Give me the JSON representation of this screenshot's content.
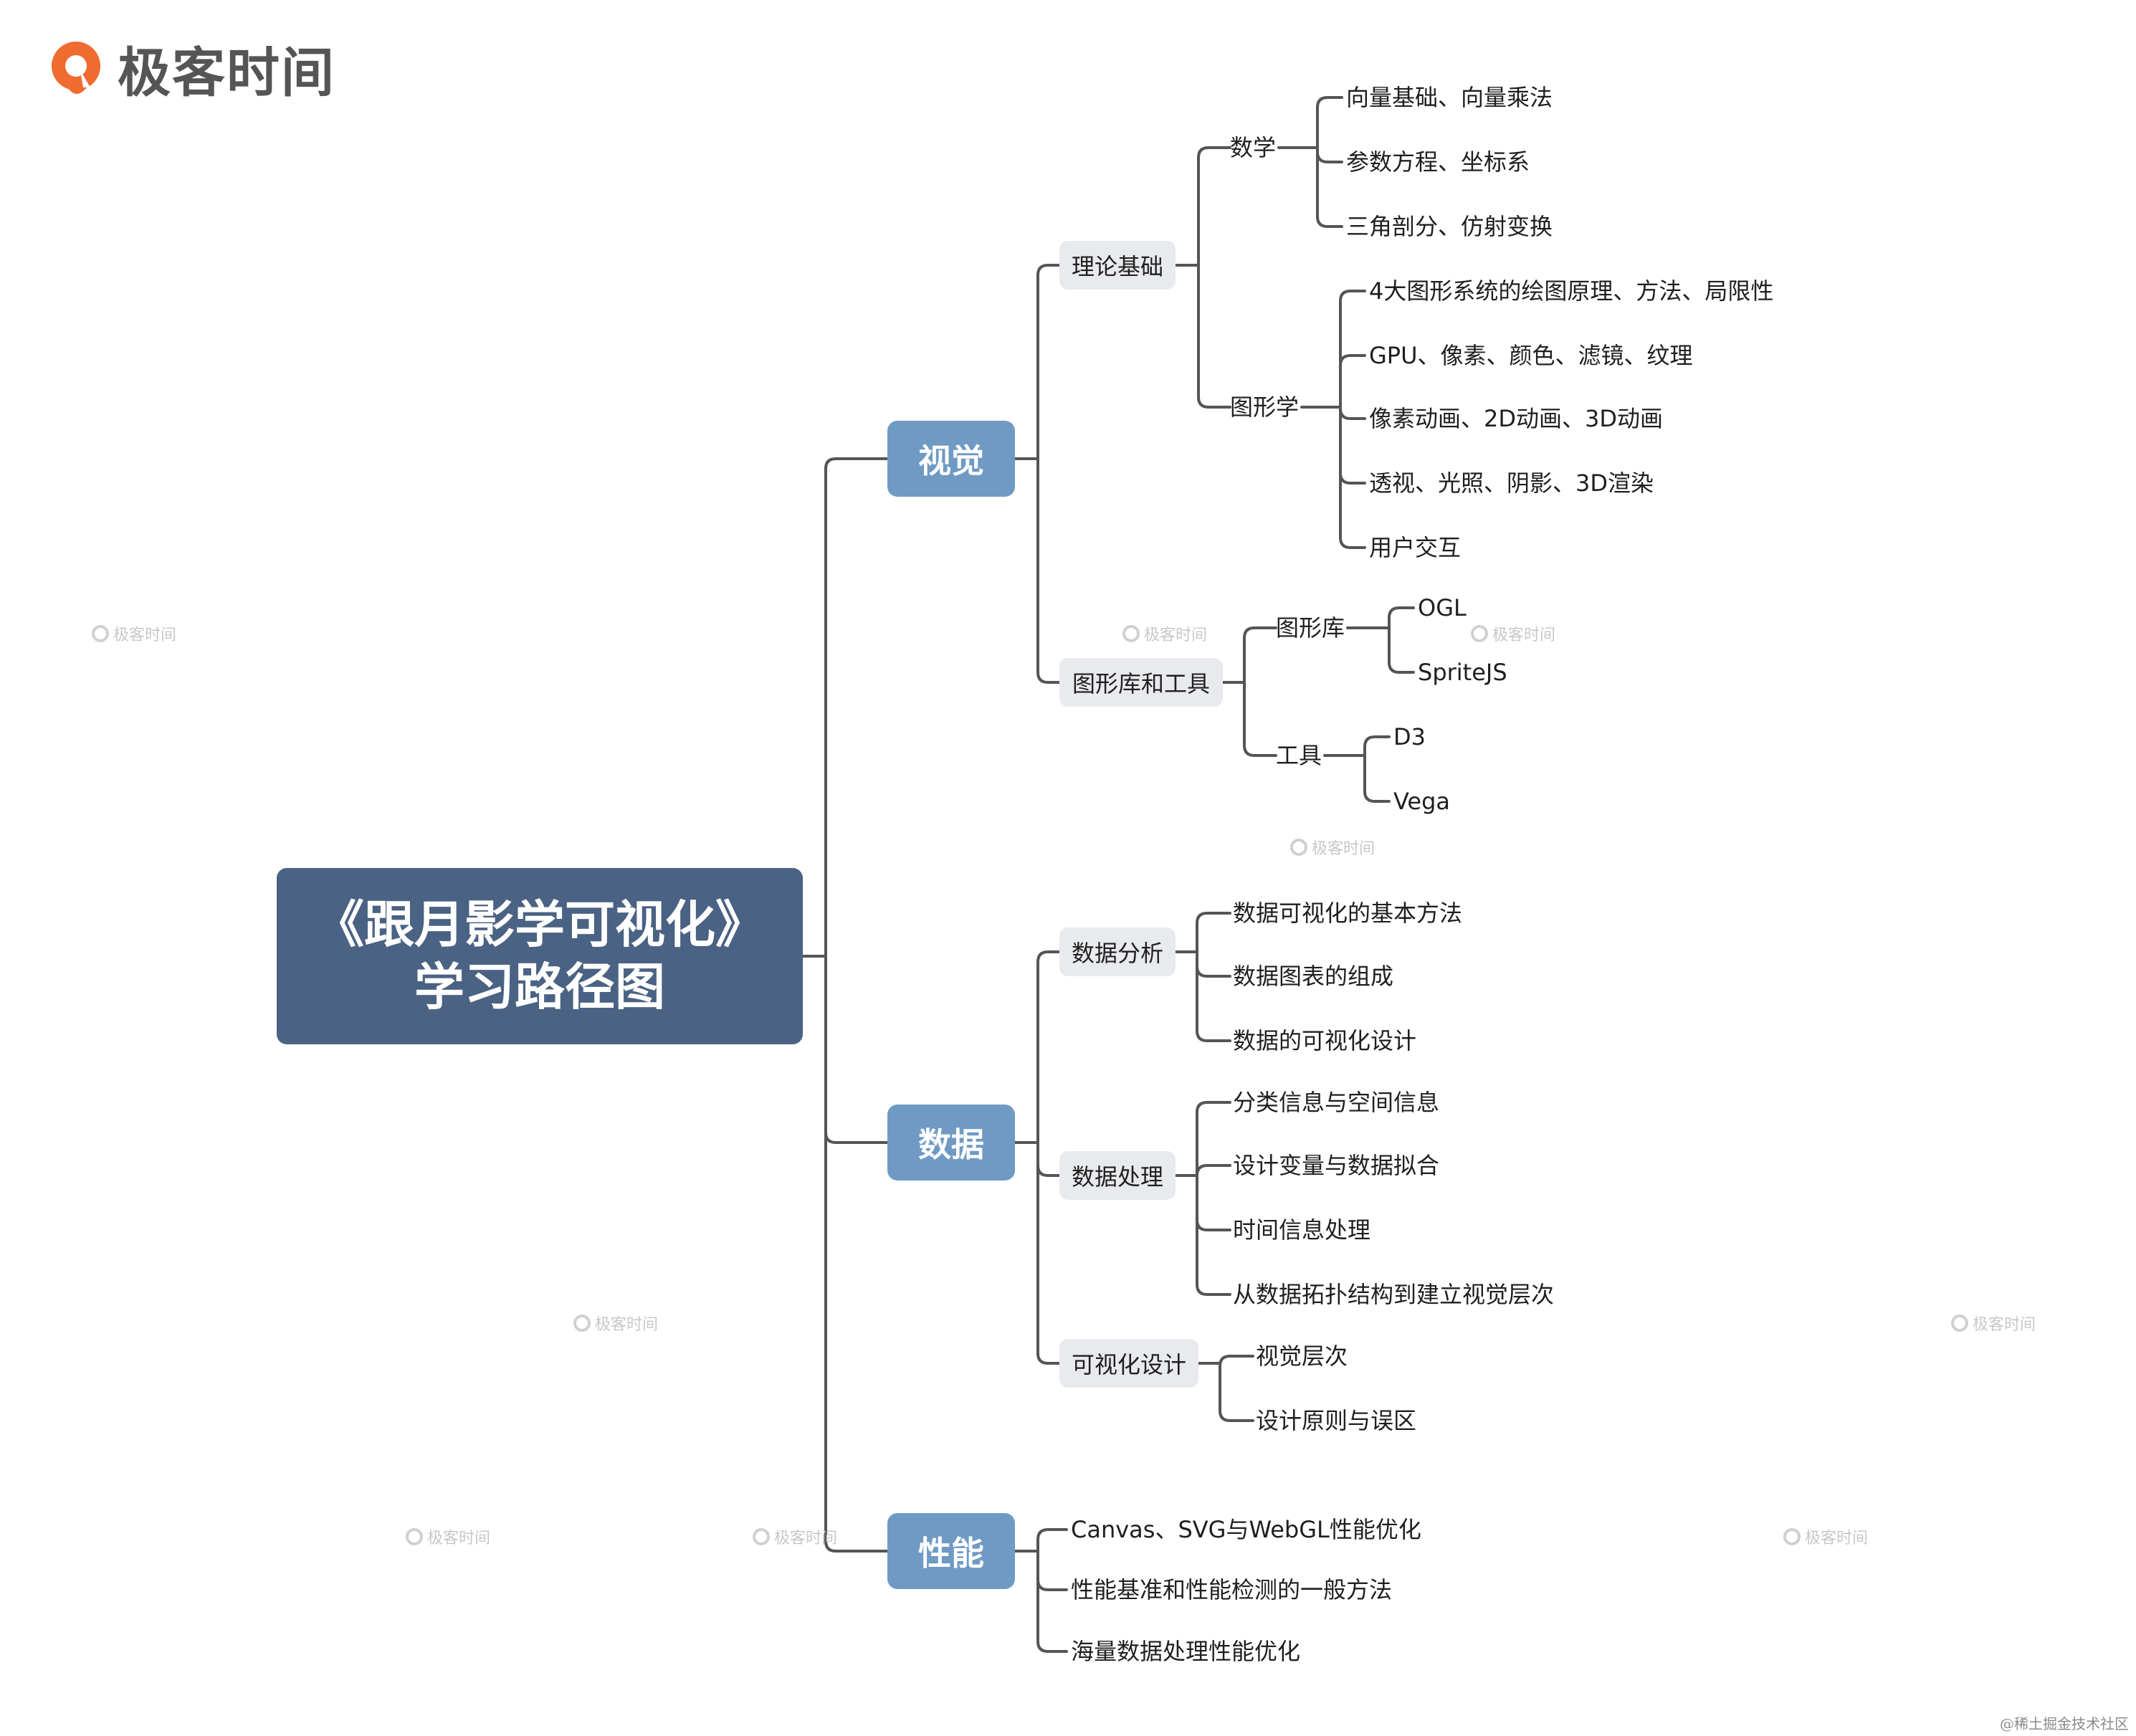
{
  "brand": {
    "logo_text": "极客时间",
    "accent": "#ef6b2f"
  },
  "watermark_text": "极客时间",
  "credit": "@稀土掘金技术社区",
  "colors": {
    "root": "#4a6283",
    "level1": "#6f9ac4",
    "level2": "#e8eaed",
    "line": "#555555"
  },
  "tree": {
    "label": "《跟月影学可视化》\n学习路径图",
    "children": [
      {
        "label": "视觉",
        "children": [
          {
            "label": "理论基础",
            "children": [
              {
                "label": "数学",
                "children": [
                  {
                    "label": "向量基础、向量乘法"
                  },
                  {
                    "label": "参数方程、坐标系"
                  },
                  {
                    "label": "三角剖分、仿射变换"
                  }
                ]
              },
              {
                "label": "图形学",
                "children": [
                  {
                    "label": "4大图形系统的绘图原理、方法、局限性"
                  },
                  {
                    "label": "GPU、像素、颜色、滤镜、纹理"
                  },
                  {
                    "label": "像素动画、2D动画、3D动画"
                  },
                  {
                    "label": "透视、光照、阴影、3D渲染"
                  },
                  {
                    "label": "用户交互"
                  }
                ]
              }
            ]
          },
          {
            "label": "图形库和工具",
            "children": [
              {
                "label": "图形库",
                "children": [
                  {
                    "label": "OGL"
                  },
                  {
                    "label": "SpriteJS"
                  }
                ]
              },
              {
                "label": "工具",
                "children": [
                  {
                    "label": "D3"
                  },
                  {
                    "label": "Vega"
                  }
                ]
              }
            ]
          }
        ]
      },
      {
        "label": "数据",
        "children": [
          {
            "label": "数据分析",
            "children": [
              {
                "label": "数据可视化的基本方法"
              },
              {
                "label": "数据图表的组成"
              },
              {
                "label": "数据的可视化设计"
              }
            ]
          },
          {
            "label": "数据处理",
            "children": [
              {
                "label": "分类信息与空间信息"
              },
              {
                "label": "设计变量与数据拟合"
              },
              {
                "label": "时间信息处理"
              },
              {
                "label": "从数据拓扑结构到建立视觉层次"
              }
            ]
          },
          {
            "label": "可视化设计",
            "children": [
              {
                "label": "视觉层次"
              },
              {
                "label": "设计原则与误区"
              }
            ]
          }
        ]
      },
      {
        "label": "性能",
        "children": [
          {
            "label": "Canvas、SVG与WebGL性能优化"
          },
          {
            "label": "性能基准和性能检测的一般方法"
          },
          {
            "label": "海量数据处理性能优化"
          }
        ]
      }
    ]
  }
}
